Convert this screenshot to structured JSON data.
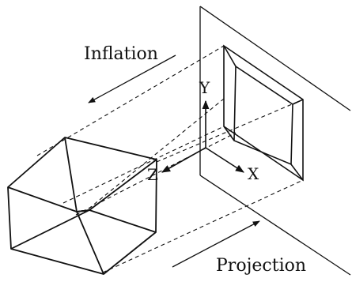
{
  "labels": {
    "inflation": "Inflation",
    "projection": "Projection",
    "axis_x": "X",
    "axis_y": "Y",
    "axis_z": "Z"
  },
  "colors": {
    "stroke": "#111111",
    "background": "#ffffff"
  }
}
